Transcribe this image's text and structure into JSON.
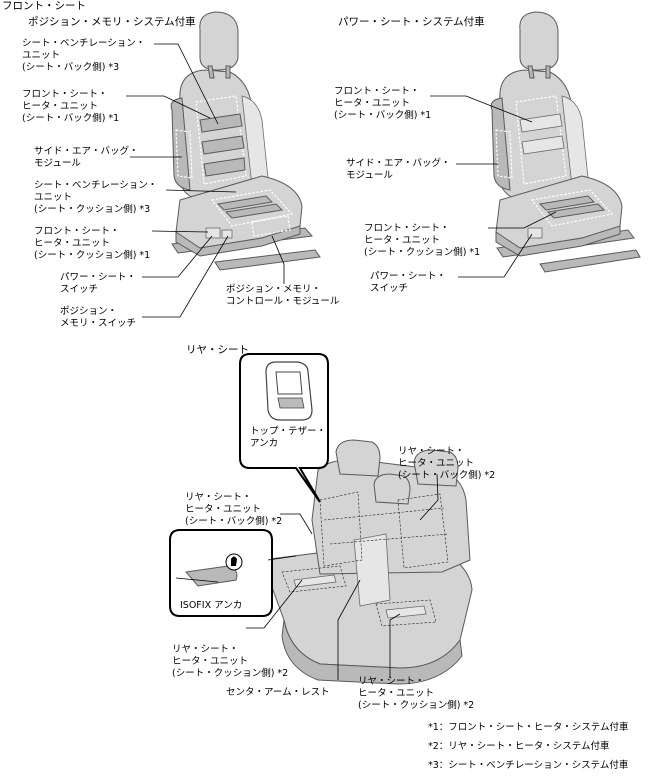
{
  "section_front": "フロント・シート",
  "front_left_title": "ポジション・メモリ・システム付車",
  "front_right_title": "パワー・シート・システム付車",
  "section_rear": "リヤ・シート",
  "labels": {
    "fl_vent_back": "シート・ベンチレーション・\nユニット\n(シート・バック側) *3",
    "fl_heater_back": "フロント・シート・\nヒータ・ユニット\n(シート・バック側) *1",
    "fl_airbag": "サイド・エア・バッグ・\nモジュール",
    "fl_vent_cushion": "シート・ベンチレーション・\nユニット\n(シート・クッション側) *3",
    "fl_heater_cushion": "フロント・シート・\nヒータ・ユニット\n(シート・クッション側) *1",
    "fl_power_switch": "パワー・シート・\nスイッチ",
    "fl_memory_switch": "ポジション・\nメモリ・スイッチ",
    "fl_memory_module": "ポジション・メモリ・\nコントロール・モジュール",
    "fr_heater_back": "フロント・シート・\nヒータ・ユニット\n(シート・バック側) *1",
    "fr_airbag": "サイド・エア・バッグ・\nモジュール",
    "fr_heater_cushion": "フロント・シート・\nヒータ・ユニット\n(シート・クッション側) *1",
    "fr_power_switch": "パワー・シート・\nスイッチ",
    "r_tether": "トップ・テザー・\nアンカ",
    "r_isofix": "ISOFIX アンカ",
    "r_heater_back_right": "リヤ・シート・\nヒータ・ユニット\n(シート・バック側) *2",
    "r_heater_back_left": "リヤ・シート・\nヒータ・ユニット\n(シート・バック側) *2",
    "r_heater_cushion_left": "リヤ・シート・\nヒータ・ユニット\n(シート・クッション側) *2",
    "r_armrest": "センタ・アーム・レスト",
    "r_heater_cushion_right": "リヤ・シート・\nヒータ・ユニット\n(シート・クッション側) *2"
  },
  "notes": [
    "*1：フロント・シート・ヒータ・システム付車",
    "*2：リヤ・シート・ヒータ・システム付車",
    "*3：シート・ベンチレーション・システム付車"
  ]
}
